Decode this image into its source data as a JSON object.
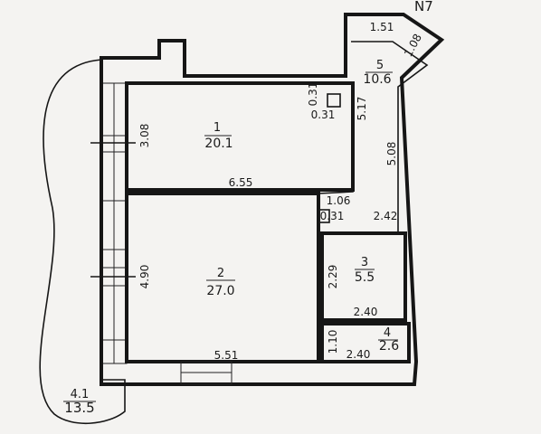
{
  "corner_label": "N7",
  "rooms": [
    {
      "id": "1",
      "number": "1",
      "area": "20.1"
    },
    {
      "id": "2",
      "number": "2",
      "area": "27.0"
    },
    {
      "id": "3",
      "number": "3",
      "area": "5.5"
    },
    {
      "id": "4",
      "number": "4",
      "area": "2.6"
    },
    {
      "id": "5",
      "number": "5",
      "area": "10.6"
    },
    {
      "id": "balcony",
      "number": "4.1",
      "area": "13.5"
    }
  ],
  "dimensions": {
    "room1_height": "3.08",
    "room1_width": "6.55",
    "room2_height": "4.90",
    "room2_width": "5.51",
    "corridor_top": "1.51",
    "corridor_diag": "1.08",
    "corridor_upper": "5.17",
    "corridor_right": "5.08",
    "duct_top": "0.31",
    "duct_side": "0.31",
    "notch_width": "1.06",
    "notch_height": "0.31",
    "corridor_bottom": "2.42",
    "room3_height": "2.29",
    "room3_width": "2.40",
    "room4_height": "1.10",
    "room4_width": "2.40"
  }
}
